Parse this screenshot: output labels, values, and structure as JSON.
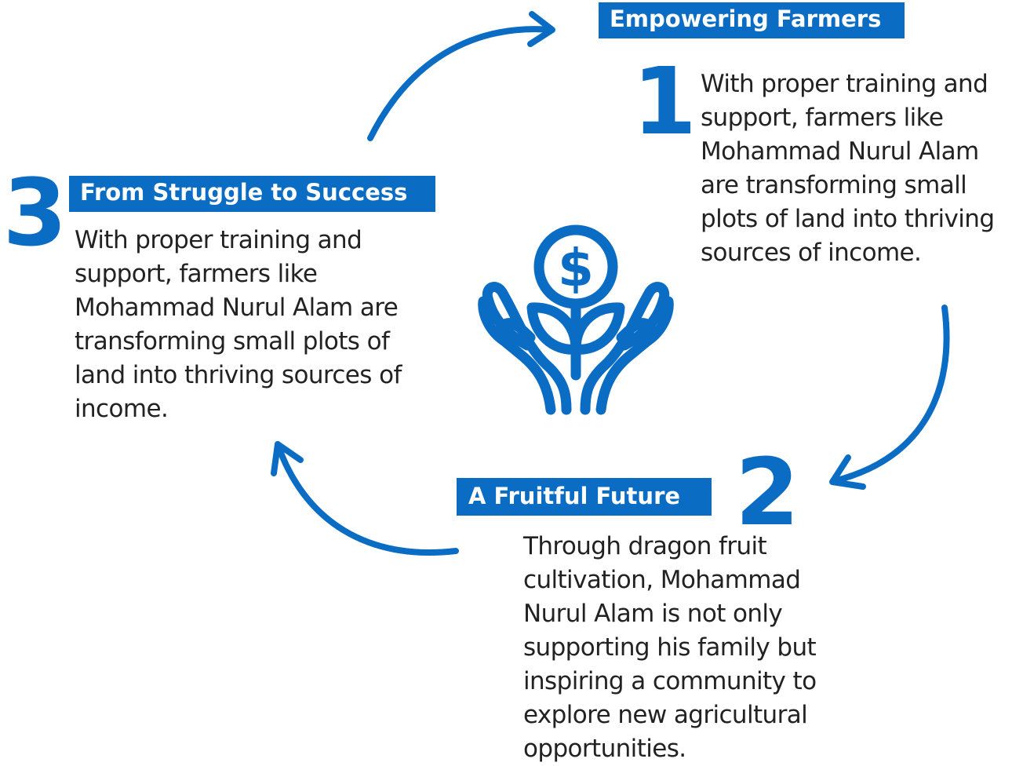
{
  "accent_color": "#0b6cc4",
  "text_color": "#222222",
  "center_icon": "hands-holding-money-plant-icon",
  "arrows": [
    "curved-arrow-top",
    "curved-arrow-right",
    "curved-arrow-left"
  ],
  "steps": [
    {
      "number": "1",
      "title": "Empowering Farmers",
      "text": "With proper training and support, farmers like Mohammad Nurul Alam are transforming small plots of land into thriving sources of income."
    },
    {
      "number": "2",
      "title": "A Fruitful Future",
      "text": "Through dragon fruit cultivation, Mohammad Nurul Alam is not only supporting his family but inspiring a community to explore new agricultural opportunities."
    },
    {
      "number": "3",
      "title": "From Struggle to Success",
      "text": "With proper training and support, farmers like Mohammad Nurul Alam are transforming small plots of land into thriving sources of income."
    }
  ]
}
